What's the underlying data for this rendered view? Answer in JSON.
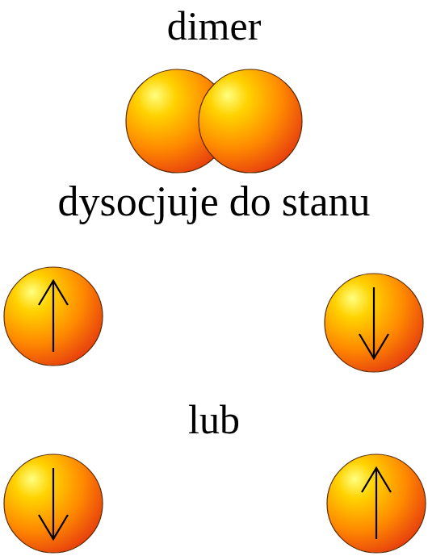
{
  "diagram": {
    "labels": [
      "dimer",
      "dysocjuje do stanu",
      "lub"
    ]
  }
}
